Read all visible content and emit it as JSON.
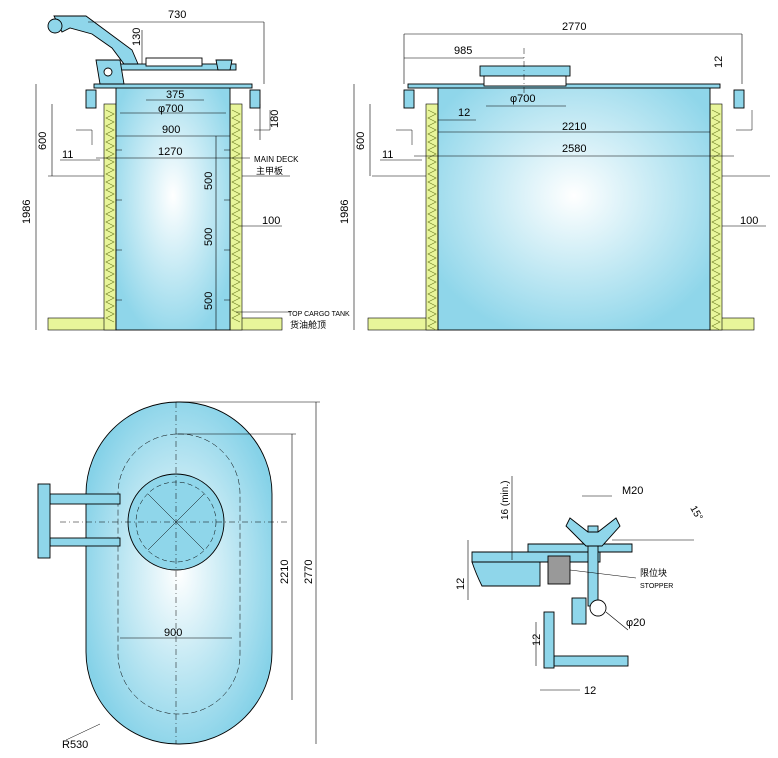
{
  "colors": {
    "steel": "#8fd6ea",
    "steel_dark": "#5cc0dc",
    "insulation": "#e8f59a",
    "line": "#000000"
  },
  "labels": {
    "main_deck_en": "MAIN DECK",
    "main_deck_cn": "主甲板",
    "top_tank_en": "TOP CARGO TANK",
    "top_tank_cn": "货油舱顶",
    "stopper_cn": "限位块",
    "stopper_en": "STOPPER"
  },
  "dims": {
    "side": {
      "d730": "730",
      "d130": "130",
      "d375": "375",
      "d700": "φ700",
      "d900": "900",
      "d1270": "1270",
      "d180": "180",
      "d600": "600",
      "d11": "11",
      "d1986": "1986",
      "d500a": "500",
      "d500b": "500",
      "d500c": "500",
      "d100": "100"
    },
    "front": {
      "d2770": "2770",
      "d985": "985",
      "d12top": "12",
      "d700": "φ700",
      "d12": "12",
      "d2210": "2210",
      "d2580": "2580",
      "d600": "600",
      "d11": "11",
      "d1986": "1986",
      "d100": "100"
    },
    "plan": {
      "d900": "900",
      "d2210": "2210",
      "d2770": "2770",
      "r530": "R530"
    },
    "detail": {
      "m20": "M20",
      "d16": "16 (min.)",
      "d15": "15°",
      "d12a": "12",
      "d20": "φ20",
      "d12b": "12",
      "d12c": "12"
    }
  }
}
